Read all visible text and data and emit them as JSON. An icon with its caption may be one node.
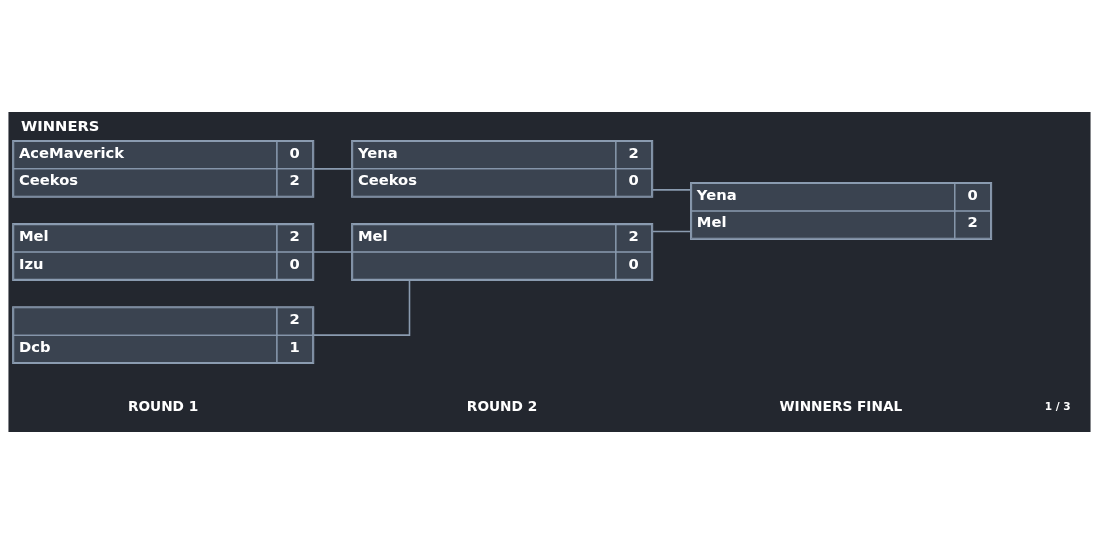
{
  "diagram": {
    "title": "WINNERS",
    "nodes": [
      {
        "text": [
          "AceMaverick",
          "0",
          "Ceekos",
          "2"
        ]
      },
      {
        "text": [
          "Mel",
          "2",
          "Izu",
          "0"
        ]
      },
      {
        "text": [
          "2",
          "Dcb",
          "1"
        ]
      },
      {
        "text": [
          "Yena",
          "2",
          "Ceekos",
          "0"
        ]
      },
      {
        "text": [
          "Mel",
          "2",
          "0"
        ]
      },
      {
        "text": [
          "Yena",
          "0",
          "Mel",
          "2"
        ]
      }
    ],
    "edges": [
      {
        "from": 0,
        "to": 3,
        "arrow": "none"
      },
      {
        "from": 1,
        "to": 4,
        "arrow": "none"
      },
      {
        "from": 2,
        "to": 4,
        "arrow": "none"
      },
      {
        "from": 3,
        "to": 5,
        "arrow": "none"
      },
      {
        "from": 4,
        "to": 5,
        "arrow": "none"
      }
    ],
    "labels": [
      "ROUND 1",
      "ROUND 2",
      "WINNERS FINAL",
      "1 / 3"
    ]
  }
}
